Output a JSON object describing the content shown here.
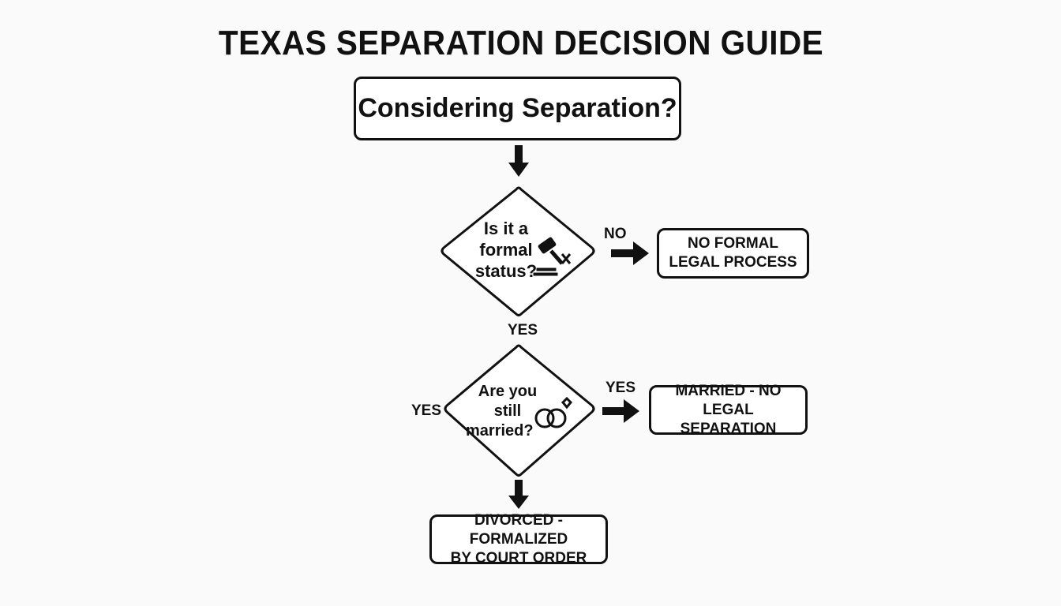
{
  "title": "TEXAS SEPARATION DECISION GUIDE",
  "start_node": "Considering Separation?",
  "decision_1": {
    "line1": "Is it a",
    "line2": "formal",
    "line3": "status?",
    "icon": "gavel-icon"
  },
  "decision_2": {
    "line1": "Are you still",
    "line2": "married?",
    "icon": "wedding-rings-icon"
  },
  "outcomes": {
    "no_formal": {
      "line1": "NO FORMAL",
      "line2": "LEGAL PROCESS"
    },
    "married": {
      "line1": "MARRIED - NO LEGAL",
      "line2": "SEPARATION"
    },
    "divorced": {
      "line1": "DIVORCED - FORMALIZED",
      "line2": "BY COURT ORDER"
    }
  },
  "edge_labels": {
    "d1_right": "NO",
    "d1_down": "YES",
    "d2_right": "YES",
    "d2_left": "YES"
  }
}
